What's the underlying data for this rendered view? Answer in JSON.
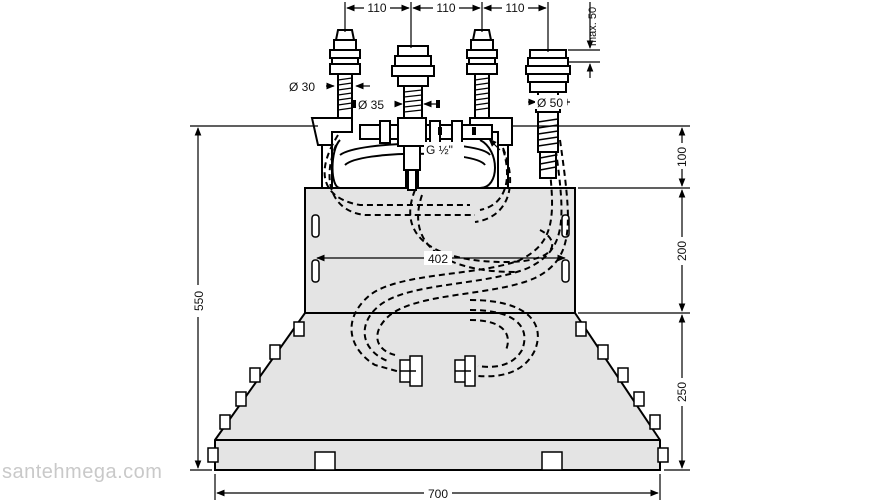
{
  "dimensions": {
    "top_spacing": [
      "110",
      "110",
      "110"
    ],
    "max_height": "max. 50",
    "dia_30": "Ø 30",
    "dia_35": "Ø 35",
    "dia_50": "Ø 50",
    "thread": "G ½\"",
    "width_402": "402",
    "total_height": "550",
    "height_100": "100",
    "height_200": "200",
    "height_250": "250",
    "width_700": "700"
  },
  "watermark": "santehmega.com"
}
